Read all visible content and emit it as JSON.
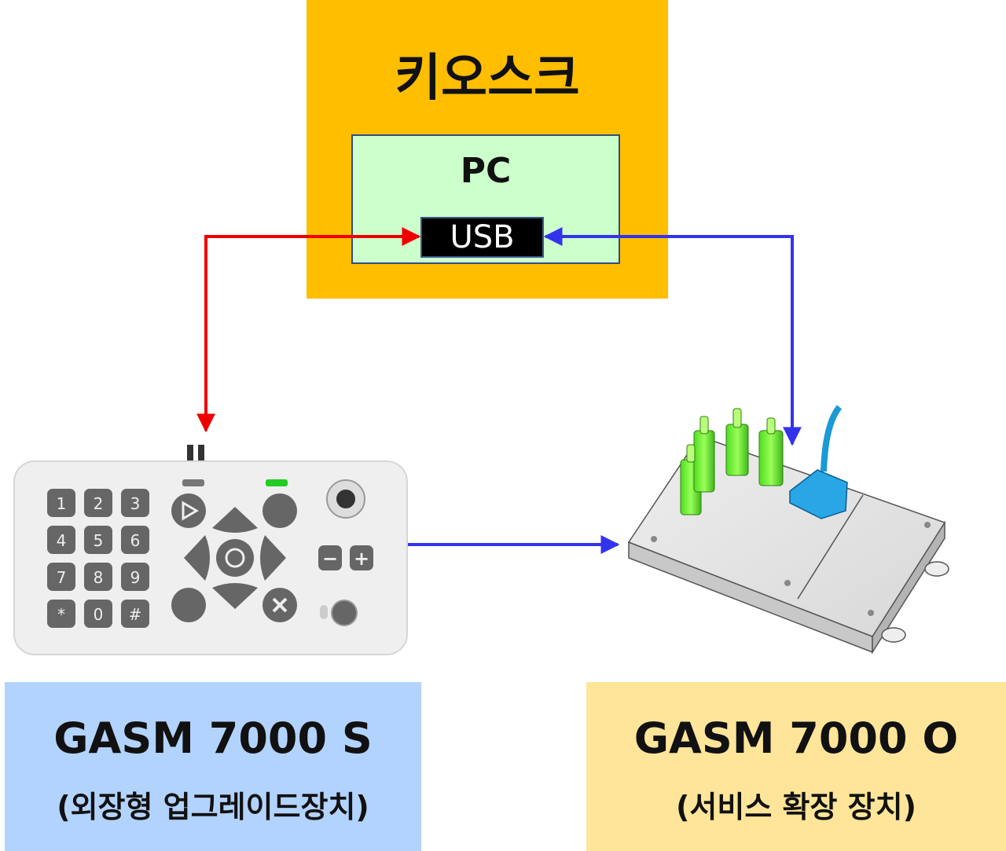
{
  "colors": {
    "kiosk": "#ffbe00",
    "pc": "#ccffcc",
    "usb": "#000000",
    "left_label": "#b3d3ff",
    "right_label": "#ffe599",
    "red_link": "#ee0000",
    "blue_link": "#3333ee"
  },
  "kiosk": {
    "title": "키오스크"
  },
  "pc": {
    "label": "PC",
    "port_label": "USB"
  },
  "keypad": {
    "keys": [
      "1",
      "2",
      "3",
      "4",
      "5",
      "6",
      "7",
      "8",
      "9",
      "*",
      "0",
      "#"
    ],
    "volume_keys": [
      "−",
      "+"
    ]
  },
  "device_left": {
    "name": "GASM 7000 S",
    "description": "(외장형 업그레이드장치)"
  },
  "device_right": {
    "name": "GASM 7000 O",
    "description": "(서비스 확장 장치)"
  }
}
